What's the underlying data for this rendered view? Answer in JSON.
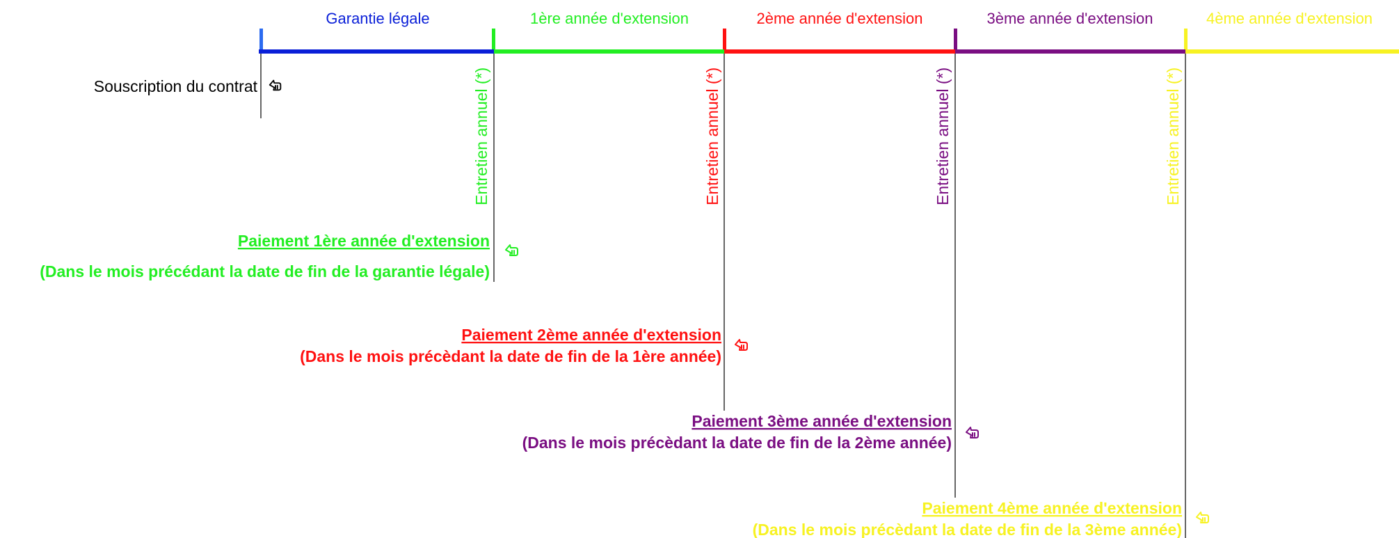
{
  "colors": {
    "blue": "#0a1fd8",
    "blue_mark": "#2b6bf0",
    "green": "#22ee22",
    "red": "#ff1111",
    "purple": "#7a0e82",
    "yellow": "#f7f222",
    "black": "#000000"
  },
  "timeline": {
    "segments": [
      {
        "label": "Garantie légale",
        "color": "blue"
      },
      {
        "label": "1ère année d'extension",
        "color": "green"
      },
      {
        "label": "2ème année d'extension",
        "color": "red"
      },
      {
        "label": "3ème année d'extension",
        "color": "purple"
      },
      {
        "label": "4ème année d'extension",
        "color": "yellow"
      }
    ],
    "maintenance_label": "Entretien annuel (*)"
  },
  "subscription": {
    "label": "Souscription du contrat",
    "icon": "hand-pointer-icon"
  },
  "payments": [
    {
      "title": "Paiement 1ère année d'extension",
      "subtitle": "(Dans le mois précédant la date de fin de la garantie légale)",
      "color": "green",
      "icon": "hand-pointer-icon"
    },
    {
      "title": "Paiement 2ème année d'extension",
      "subtitle": "(Dans le mois précèdant la date de fin de la 1ère année)",
      "color": "red",
      "icon": "hand-pointer-icon"
    },
    {
      "title": "Paiement 3ème année d'extension",
      "subtitle": "(Dans le mois précèdant la date de fin de la 2ème année)",
      "color": "purple",
      "icon": "hand-pointer-icon"
    },
    {
      "title": "Paiement 4ème année d'extension",
      "subtitle": "(Dans le mois précèdant la date de fin de la 3ème année)",
      "color": "yellow",
      "icon": "hand-pointer-icon"
    }
  ]
}
